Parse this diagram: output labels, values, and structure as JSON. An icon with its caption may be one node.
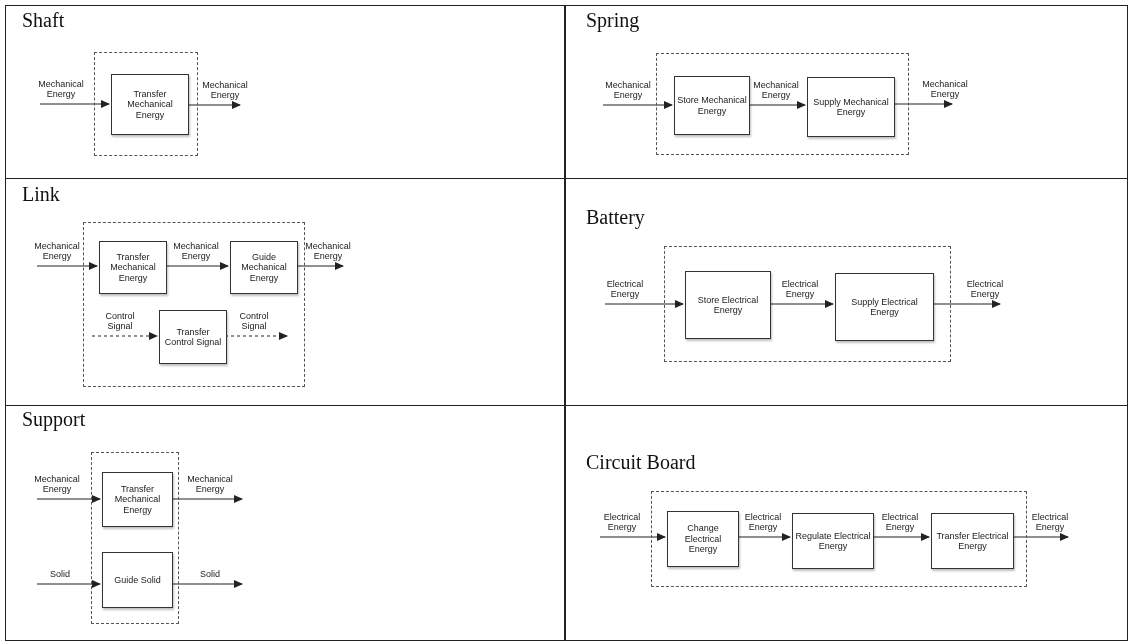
{
  "diagram": {
    "nodes": [
      {
        "text": [
          "Shaft"
        ]
      },
      {
        "text": [],
        "shape": "box",
        "in": 0
      },
      {
        "text": [
          "Transfer Mechanical Energy"
        ],
        "in": 1
      },
      {
        "text": [
          "Spring"
        ]
      },
      {
        "text": [],
        "shape": "box",
        "in": 3
      },
      {
        "text": [
          "Store Mechanical Energy"
        ],
        "in": 4
      },
      {
        "text": [
          "Supply Mechanical Energy"
        ],
        "in": 4
      },
      {
        "text": [
          "Link"
        ]
      },
      {
        "text": [],
        "shape": "box",
        "in": 7
      },
      {
        "text": [
          "Transfer Mechanical Energy"
        ],
        "in": 8
      },
      {
        "text": [
          "Guide Mechanical Energy"
        ],
        "in": 8
      },
      {
        "text": [
          "Transfer Control Signal"
        ],
        "in": 8
      },
      {
        "text": [
          "Battery"
        ]
      },
      {
        "text": [],
        "shape": "box",
        "in": 12
      },
      {
        "text": [
          "Store Electrical Energy"
        ],
        "in": 13
      },
      {
        "text": [
          "Supply Electrical Energy"
        ],
        "in": 13
      },
      {
        "text": [
          "Support"
        ]
      },
      {
        "text": [],
        "shape": "box",
        "in": 16
      },
      {
        "text": [
          "Transfer Mechanical Energy"
        ],
        "in": 17
      },
      {
        "text": [
          "Guide Solid"
        ],
        "in": 17
      },
      {
        "text": [
          "Circuit Board"
        ]
      },
      {
        "text": [],
        "shape": "box",
        "in": 20
      },
      {
        "text": [
          "Change Electrical Energy"
        ],
        "in": 21
      },
      {
        "text": [
          "Regulate Electrical Energy"
        ],
        "in": 21
      },
      {
        "text": [
          "Transfer Electrical Energy"
        ],
        "in": 21
      }
    ],
    "edges": [
      {
        "from": null,
        "to": 2,
        "arrow": "to",
        "label": "Mechanical Energy"
      },
      {
        "from": 2,
        "to": null,
        "arrow": "to",
        "label": "Mechanical Energy"
      },
      {
        "from": null,
        "to": 5,
        "arrow": "to",
        "label": "Mechanical Energy"
      },
      {
        "from": 5,
        "to": 6,
        "arrow": "to",
        "label": "Mechanical Energy"
      },
      {
        "from": 6,
        "to": null,
        "arrow": "to",
        "label": "Mechanical Energy"
      },
      {
        "from": null,
        "to": 9,
        "arrow": "to",
        "label": "Mechanical Energy"
      },
      {
        "from": 9,
        "to": 10,
        "arrow": "to",
        "label": "Mechanical Energy"
      },
      {
        "from": 10,
        "to": null,
        "arrow": "to",
        "label": "Mechanical Energy"
      },
      {
        "from": null,
        "to": 11,
        "arrow": "to",
        "label": "Control Signal",
        "style": "dashed"
      },
      {
        "from": 11,
        "to": null,
        "arrow": "to",
        "label": "Control Signal",
        "style": "dashed"
      },
      {
        "from": null,
        "to": 14,
        "arrow": "to",
        "label": "Electrical Energy"
      },
      {
        "from": 14,
        "to": 15,
        "arrow": "to",
        "label": "Electrical Energy"
      },
      {
        "from": 15,
        "to": null,
        "arrow": "to",
        "label": "Electrical Energy"
      },
      {
        "from": null,
        "to": 18,
        "arrow": "to",
        "label": "Mechanical Energy"
      },
      {
        "from": 18,
        "to": null,
        "arrow": "to",
        "label": "Mechanical Energy"
      },
      {
        "from": null,
        "to": 19,
        "arrow": "to",
        "label": "Solid"
      },
      {
        "from": 19,
        "to": null,
        "arrow": "to",
        "label": "Solid"
      },
      {
        "from": null,
        "to": 22,
        "arrow": "to",
        "label": "Electrical Energy"
      },
      {
        "from": 22,
        "to": 23,
        "arrow": "to",
        "label": "Electrical Energy"
      },
      {
        "from": 23,
        "to": 24,
        "arrow": "to",
        "label": "Electrical Energy"
      },
      {
        "from": 24,
        "to": null,
        "arrow": "to",
        "label": "Electrical Energy"
      }
    ]
  }
}
